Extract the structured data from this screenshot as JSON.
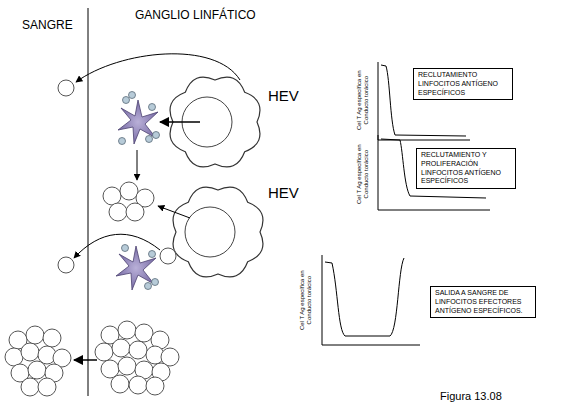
{
  "diagram": {
    "caption": "Figura 13.08",
    "nodes": [
      {
        "text": [
          "RECLUTAMIENTO LINFOCITOS ANTÍGENO ESPECÍFICOS"
        ]
      },
      {
        "text": [
          "RECLUTAMIENTO Y PROLIFERACIÓN LINFOCITOS ANTÍGENO ESPECÍFICOS"
        ]
      },
      {
        "text": [
          "SALIDA A SANGRE DE LINFOCITOS EFECTORES ANTÍGENO ESPECÍFICOS."
        ]
      }
    ],
    "labels": [
      "SANGRE",
      "GANGLIO LINFÁTICO",
      "HEV",
      "HEV",
      "Cel T Ag específica en Conducto torácico",
      "Cel T Ag específica en Conducto torácico",
      "Cel T Ag específica en Conducto torácico"
    ]
  }
}
